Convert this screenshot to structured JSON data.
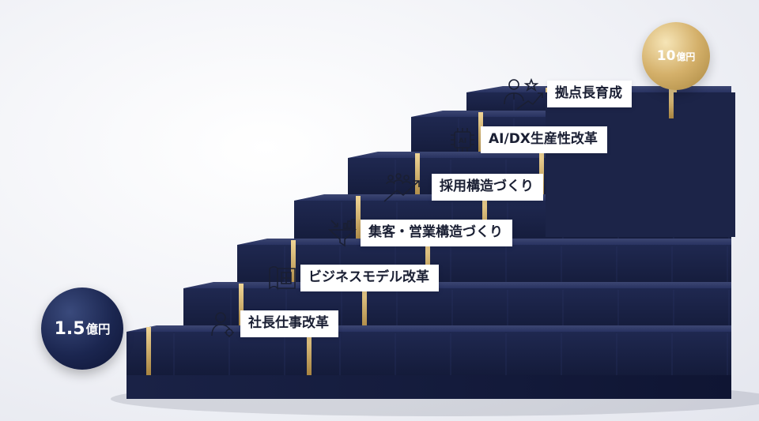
{
  "start_amount": "1.5",
  "start_unit": "億円",
  "goal_amount": "10",
  "goal_unit": "億円",
  "steps": [
    {
      "label": "社長仕事改革",
      "icon": "businessman-gear-icon"
    },
    {
      "label": "ビジネスモデル改革",
      "icon": "blueprint-icon"
    },
    {
      "label": "集客・営業構造づくり",
      "icon": "sales-funnel-icon"
    },
    {
      "label": "採用構造づくり",
      "icon": "team-growth-arrow-icon"
    },
    {
      "label": "AI/DX生産性改革",
      "icon": "ai-chip-icon"
    },
    {
      "label": "拠点長育成",
      "icon": "leader-star-growth-icon"
    }
  ],
  "colors": {
    "stair_navy": "#1c2448",
    "gold": "#c9a45c"
  }
}
